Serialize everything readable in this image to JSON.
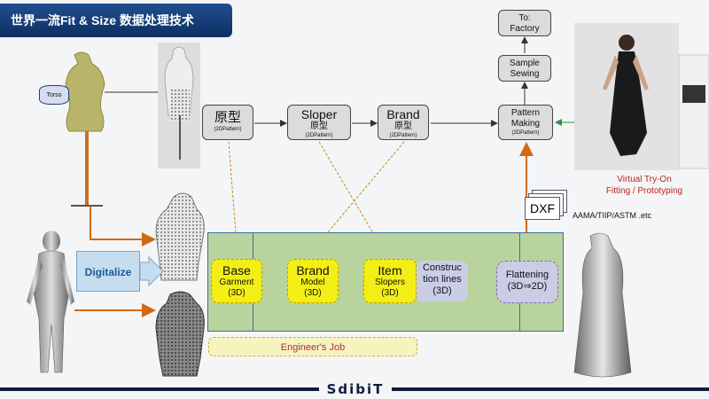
{
  "title": "世界一流Fit & Size 数据处理技术",
  "torso_label": "Torso",
  "top_row": [
    {
      "main": "原型",
      "cn": "",
      "sub": "(2DPattern)"
    },
    {
      "main": "Sloper",
      "cn": "原型",
      "sub": "(2DPattern)"
    },
    {
      "main": "Brand",
      "cn": "原型",
      "sub": "(2DPattern)"
    },
    {
      "main": "Pattern",
      "main2": "Making",
      "sub": "(2DPattern)"
    }
  ],
  "sample_sewing": [
    "Sample",
    "Sewing"
  ],
  "to_factory": [
    "To:",
    "Factory"
  ],
  "virtual_tryon": [
    "Virtual Try-On",
    "Fitting / Prototyping"
  ],
  "dxf": "DXF",
  "formats": "AAMA/TIIP/ASTM  .etc",
  "digitalize": "Digitalize",
  "panel_boxes": [
    {
      "big": "Base",
      "small": "Garment",
      "small2": "(3D)"
    },
    {
      "big": "Brand",
      "small": "Model",
      "small2": "(3D)"
    },
    {
      "big": "Item",
      "small": "Slopers",
      "small2": "(3D)"
    }
  ],
  "construction": [
    "Construc",
    "tion lines",
    "(3D)"
  ],
  "flattening": [
    "Flattening",
    "(3D⇒2D)"
  ],
  "engineer": "Engineer's Job",
  "logo": "SdibiT",
  "colors": {
    "title_bg": "#163f7a",
    "panel": "#b9d39c",
    "yellow": "#f3ee16",
    "accent_red": "#c0231f",
    "arrow_orange": "#cf6a14",
    "arrow_green": "#2f8f3a"
  }
}
